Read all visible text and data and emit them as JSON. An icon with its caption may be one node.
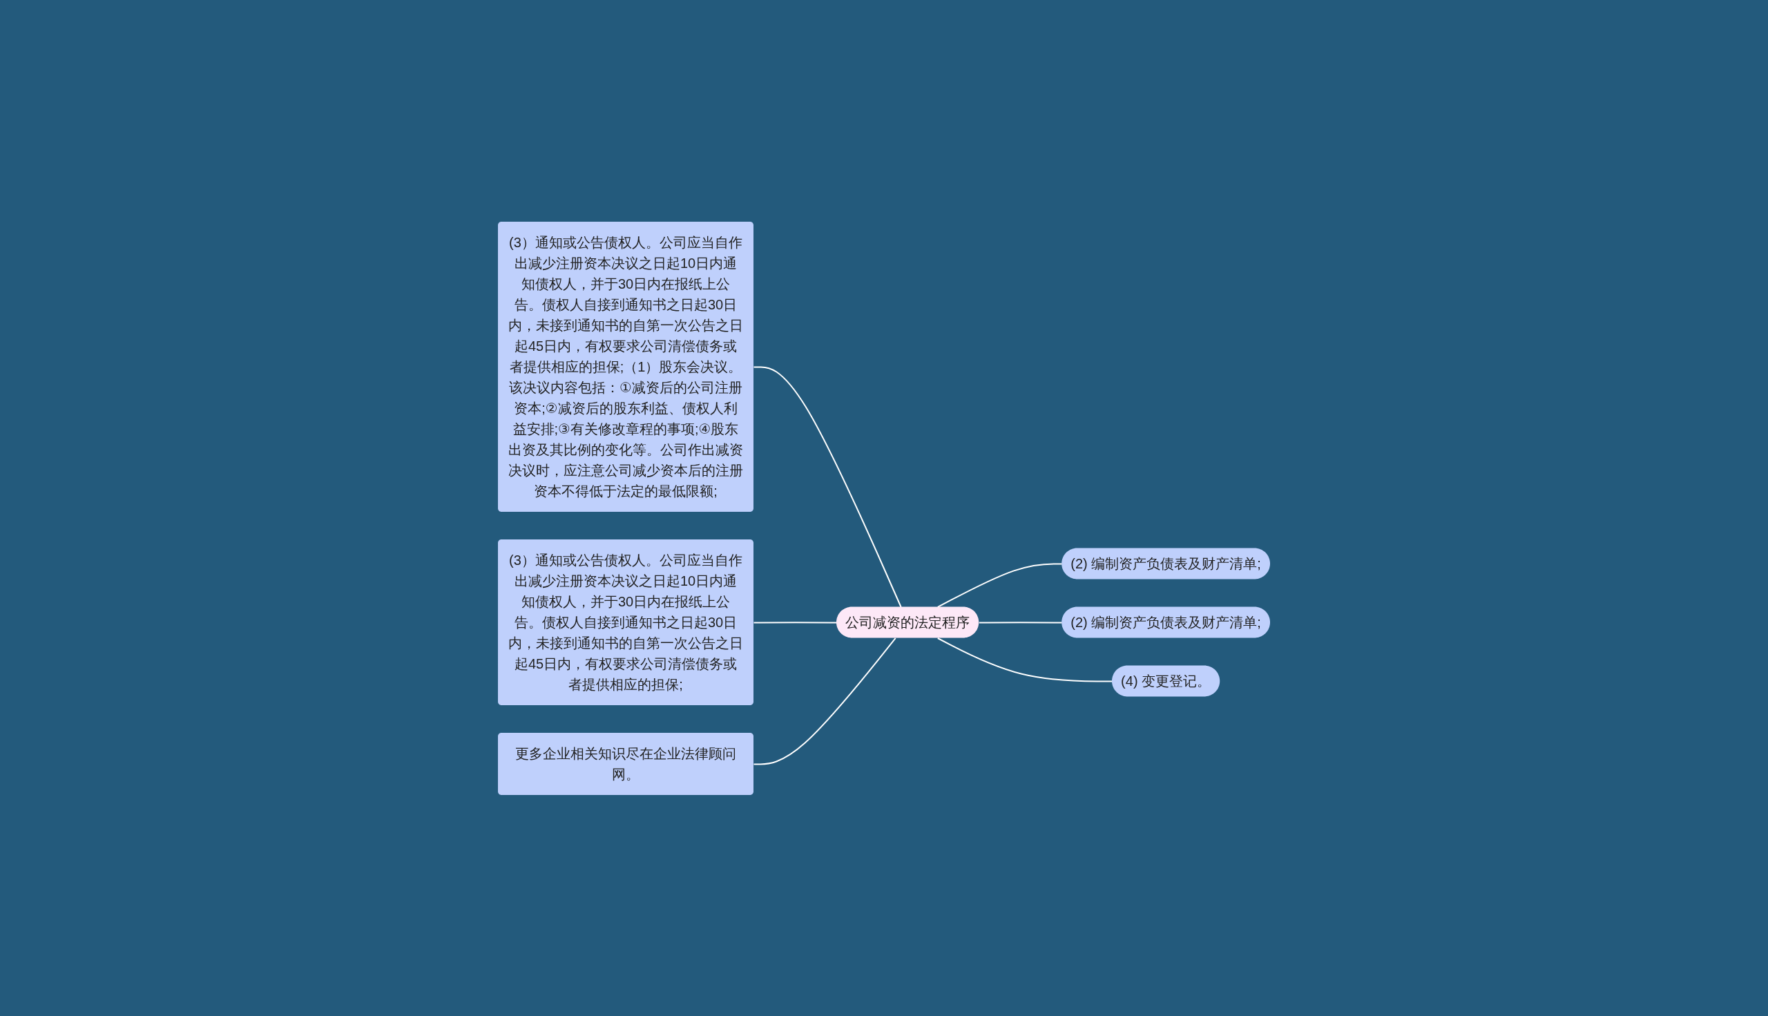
{
  "diagram": {
    "nodes": [
      {
        "text": [
          "公司减资的法定程序"
        ]
      },
      {
        "text": [
          "(2) 编制资产负债表及财产清单;"
        ]
      },
      {
        "text": [
          "(2) 编制资产负债表及财产清单;"
        ]
      },
      {
        "text": [
          "(4) 变更登记。"
        ]
      },
      {
        "text": [
          "(3）通知或公告债权人。公司应当自作出减少注册资本决议之日起10日内通知债权人，并于30日内在报纸上公告。债权人自接到通知书之日起30日内，未接到通知书的自第一次公告之日起45日内，有权要求公司清偿债务或者提供相应的担保;（1）股东会决议。该决议内容包括：①减资后的公司注册资本;②减资后的股东利益、债权人利益安排;③有关修改章程的事项;④股东出资及其比例的变化等。公司作出减资决议时，应注意公司减少资本后的注册资本不得低于法定的最低限额;"
        ]
      },
      {
        "text": [
          "(3）通知或公告债权人。公司应当自作出减少注册资本决议之日起10日内通知债权人，并于30日内在报纸上公告。债权人自接到通知书之日起30日内，未接到通知书的自第一次公告之日起45日内，有权要求公司清偿债务或者提供相应的担保;"
        ]
      },
      {
        "text": [
          "更多企业相关知识尽在企业法律顾问网。"
        ]
      }
    ],
    "edges": [
      {
        "from": 0,
        "to": 1,
        "arrow": "none"
      },
      {
        "from": 0,
        "to": 2,
        "arrow": "none"
      },
      {
        "from": 0,
        "to": 3,
        "arrow": "none"
      },
      {
        "from": 4,
        "to": 0,
        "arrow": "none"
      },
      {
        "from": 5,
        "to": 0,
        "arrow": "none"
      },
      {
        "from": 6,
        "to": 0,
        "arrow": "none"
      }
    ]
  }
}
